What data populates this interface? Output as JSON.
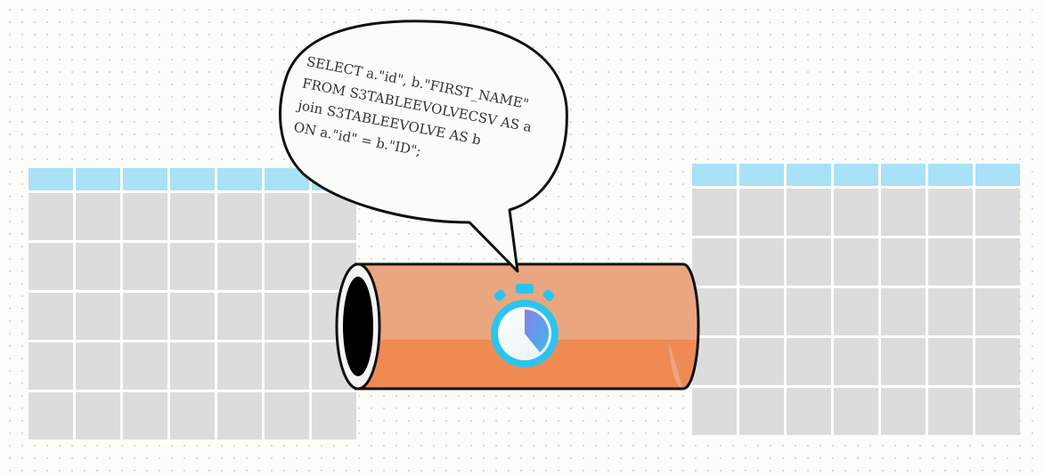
{
  "speech_bubble": {
    "sql_lines": [
      "SELECT a.\"id\", b.\"FIRST_NAME\"",
      "FROM S3TABLEEVOLVECSV AS a",
      "join S3TABLEEVOLVE AS b",
      "ON a.\"id\" = b.\"ID\";"
    ]
  },
  "tables": {
    "left": {
      "columns": 7,
      "rows": 5
    },
    "right": {
      "columns": 7,
      "rows": 5
    }
  },
  "icons": {
    "pipe": "pipe-icon",
    "timer": "stopwatch-icon"
  },
  "colors": {
    "header_cell": "#a9e1f7",
    "body_cell": "#dcdcdc",
    "pipe_top": "#eaa67e",
    "pipe_bottom": "#ef8a53",
    "timer_ring": "#2bc4ef",
    "timer_fill": "#8a7fe3"
  }
}
